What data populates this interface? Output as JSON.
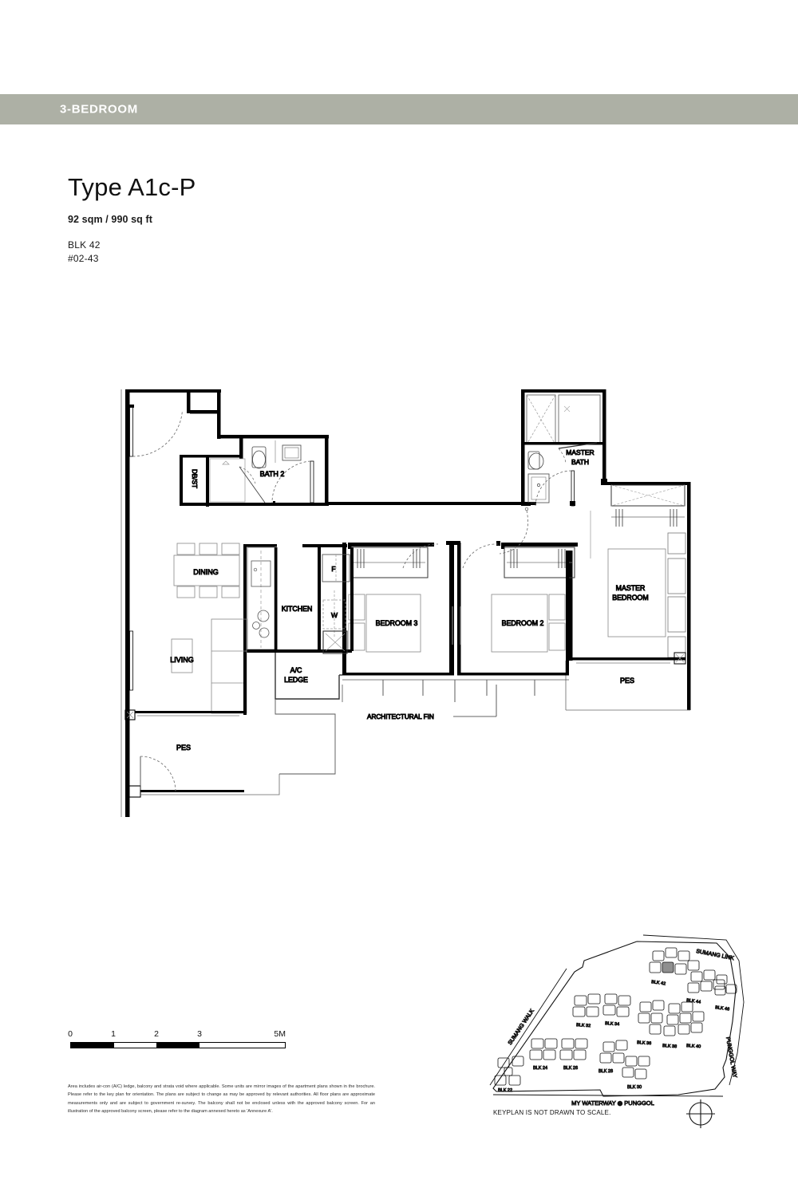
{
  "header": {
    "category_label": "3-BEDROOM",
    "band_color": "#adb0a5"
  },
  "title_block": {
    "type_name": "Type A1c-P",
    "area": "92 sqm / 990 sq ft",
    "block": "BLK 42",
    "unit": "#02-43"
  },
  "floorplan": {
    "rooms": {
      "db_st": "DB/ST",
      "bath_2": "BATH 2",
      "master_bath_line1": "MASTER",
      "master_bath_line2": "BATH",
      "dining": "DINING",
      "kitchen": "KITCHEN",
      "living": "LIVING",
      "ac_ledge_line1": "A/C",
      "ac_ledge_line2": "LEDGE",
      "bedroom_3": "BEDROOM 3",
      "bedroom_2": "BEDROOM 2",
      "master_bedroom_line1": "MASTER",
      "master_bedroom_line2": "BEDROOM",
      "pes_left": "PES",
      "pes_right": "PES"
    },
    "appliances": {
      "fridge": "F",
      "washer": "W"
    },
    "annotations": {
      "architectural_fin": "ARCHITECTURAL FIN"
    }
  },
  "scale": {
    "ticks": [
      "0",
      "1",
      "2",
      "3",
      "5M"
    ],
    "unit_suffix": "M",
    "max_value": 5
  },
  "disclaimer": {
    "text": "Area includes air-con (A/C) ledge, balcony and strata void where applicable. Some units are mirror images of the apartment plans shown in the brochure. Please refer to the key plan for orientation. The plans are subject to change as may be approved by relevant authorities. All floor plans are approximate measurements only and are subject to government re-survey. The balcony shall not be enclosed unless with the approved balcony screen. For an illustration of the approved balcony screen, please refer to the diagram annexed hereto as 'Annexure A'."
  },
  "keyplan": {
    "caption": "KEYPLAN IS NOT DRAWN TO SCALE.",
    "highlighted_block": "BLK 42",
    "roads": [
      {
        "name": "SUMANG LINK"
      },
      {
        "name": "SUMANG WALK"
      },
      {
        "name": "PUNGGOL WAY"
      },
      {
        "name": "MY WATERWAY @ PUNGGOL"
      }
    ],
    "blocks": [
      {
        "label": "BLK 42"
      },
      {
        "label": "BLK 44"
      },
      {
        "label": "BLK 46"
      },
      {
        "label": "BLK 32"
      },
      {
        "label": "BLK 34"
      },
      {
        "label": "BLK 36"
      },
      {
        "label": "BLK 38"
      },
      {
        "label": "BLK 40"
      },
      {
        "label": "BLK 22"
      },
      {
        "label": "BLK 24"
      },
      {
        "label": "BLK 26"
      },
      {
        "label": "BLK 28"
      },
      {
        "label": "BLK 30"
      }
    ],
    "compass": "north-compass-icon"
  }
}
